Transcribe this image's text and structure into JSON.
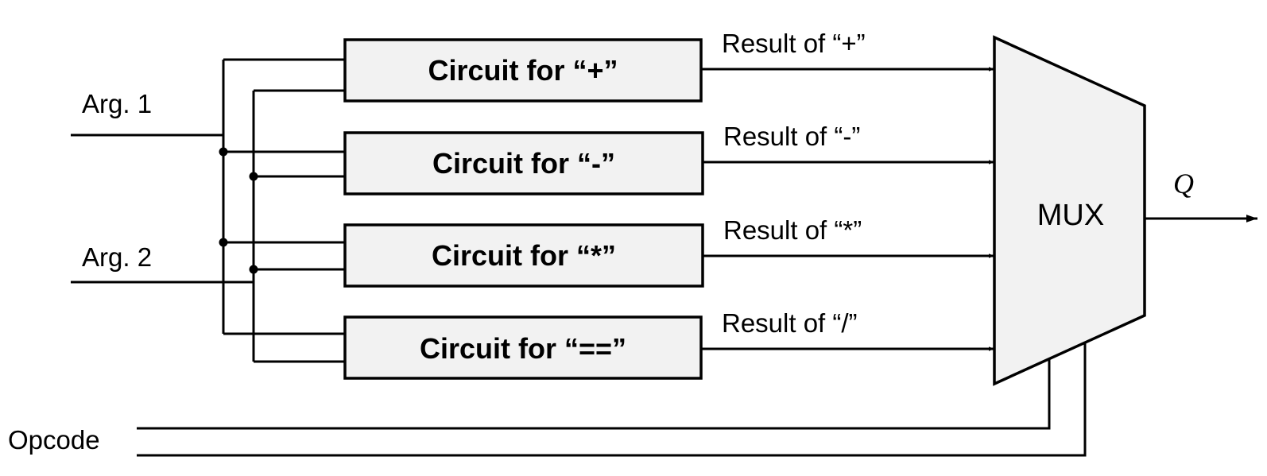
{
  "inputs": {
    "arg1": "Arg. 1",
    "arg2": "Arg. 2",
    "opcode": "Opcode"
  },
  "circuits": [
    {
      "label": "Circuit for “+”"
    },
    {
      "label": "Circuit for “-”"
    },
    {
      "label": "Circuit for “*”"
    },
    {
      "label": "Circuit for “==”"
    }
  ],
  "results": [
    {
      "label": "Result of “+”"
    },
    {
      "label": "Result of “-”"
    },
    {
      "label": "Result of “*”"
    },
    {
      "label": "Result of “/”"
    }
  ],
  "mux": {
    "label": "MUX"
  },
  "output": {
    "label": "Q"
  },
  "colors": {
    "stroke": "#000000",
    "box_fill": "#f2f2f2",
    "background": "#ffffff"
  }
}
